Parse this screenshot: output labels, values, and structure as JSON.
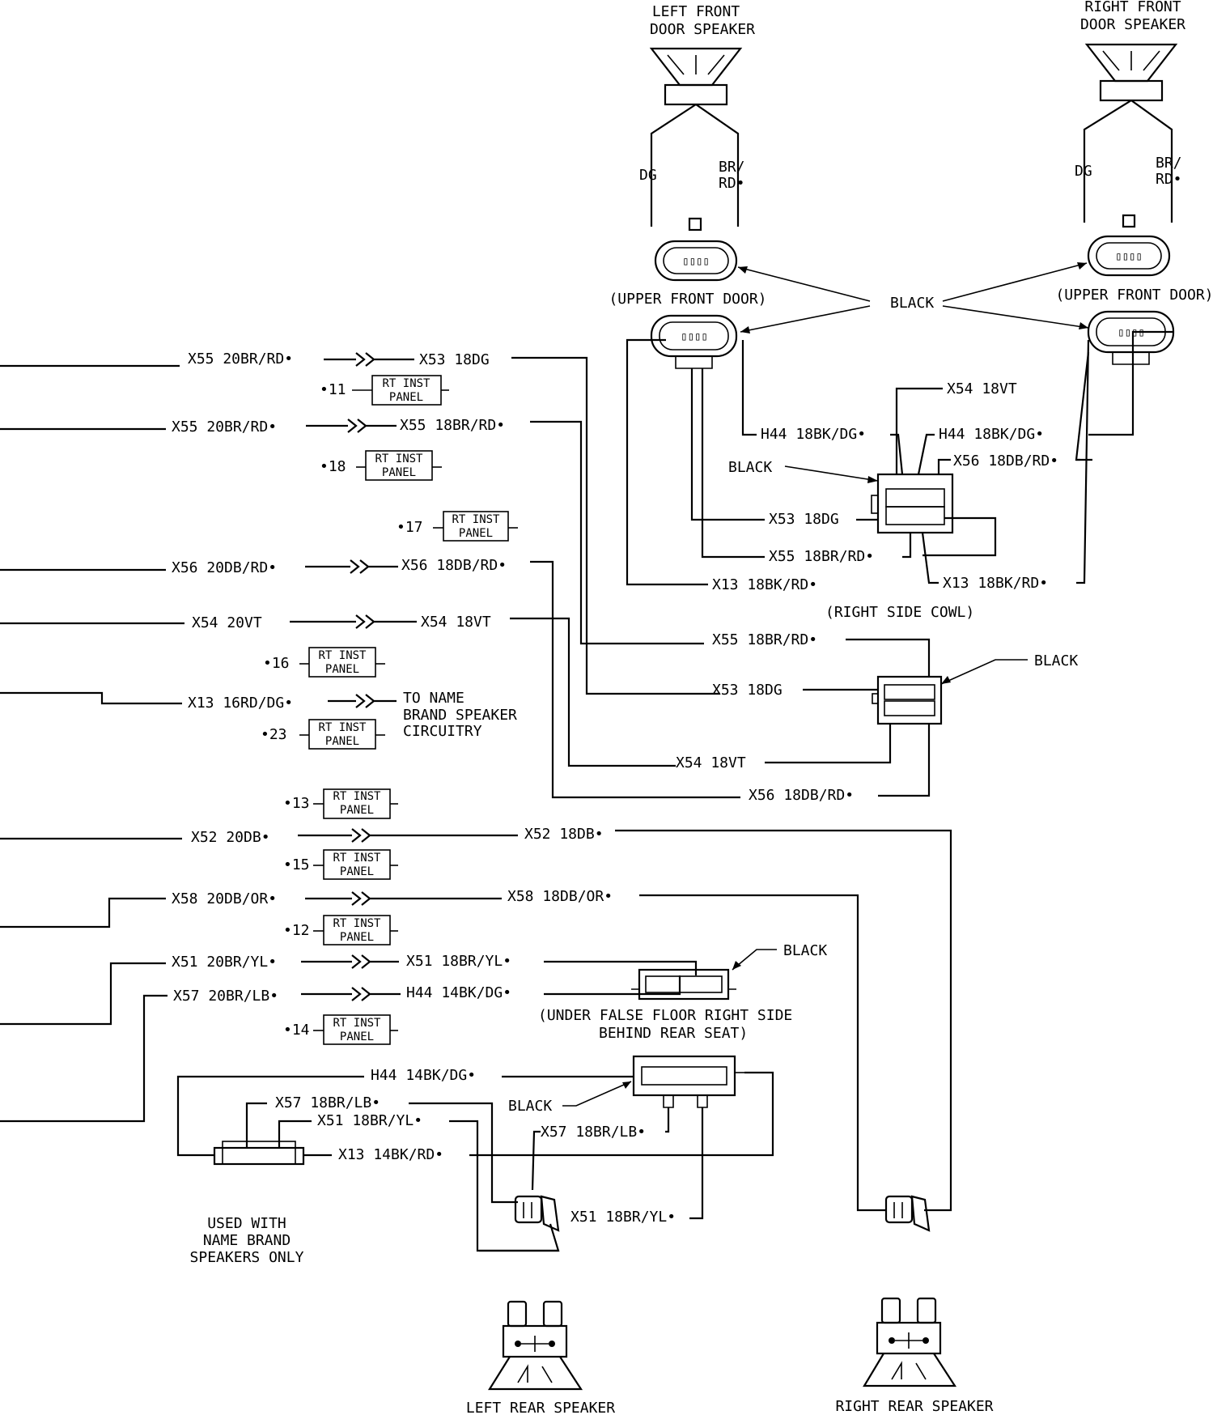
{
  "front_speakers": {
    "left": {
      "title_line1": "LEFT FRONT",
      "title_line2": "DOOR SPEAKER",
      "wire_a": "DG",
      "wire_b_line1": "BR/",
      "wire_b_line2": "RD•",
      "location": "(UPPER FRONT DOOR)"
    },
    "right": {
      "title_line1": "RIGHT FRONT",
      "title_line2": "DOOR SPEAKER",
      "wire_a": "DG",
      "wire_b_line1": "BR/",
      "wire_b_line2": "RD•",
      "location": "(UPPER FRONT DOOR)"
    },
    "connector_color": "BLACK"
  },
  "cowl": {
    "connector_color": "BLACK",
    "location": "(RIGHT SIDE COWL)",
    "wires": {
      "h44_left": "H44 18BK/DG•",
      "h44_right": "H44 18BK/DG•",
      "x54": "X54 18VT",
      "x56": "X56 18DB/RD•",
      "x53": "X53 18DG",
      "x55": "X55 18BR/RD•",
      "x13_left": "X13 18BK/RD•",
      "x13_right": "X13 18BK/RD•"
    }
  },
  "harness_lines": [
    {
      "left": "X55 20BR/RD•",
      "right": "X53 18DG"
    },
    {
      "left": "X55 20BR/RD•",
      "right": "X55 18BR/RD•"
    },
    {
      "left": "X56 20DB/RD•",
      "right": "X56 18DB/RD•"
    },
    {
      "left": "X54 20VT",
      "right": "X54 18VT"
    },
    {
      "left": "X13 16RD/DG•",
      "right_line1": "TO NAME",
      "right_line2": "BRAND SPEAKER",
      "right_line3": "CIRCUITRY"
    },
    {
      "left": "X52 20DB•",
      "right": "X52 18DB•"
    },
    {
      "left": "X58 20DB/OR•",
      "right": "X58 18DB/OR•"
    },
    {
      "left": "X51 20BR/YL•",
      "right": "X51 18BR/YL•"
    },
    {
      "left": "X57 20BR/LB•",
      "right": "H44 14BK/DG•"
    }
  ],
  "panel_refs": [
    {
      "num": "•11",
      "line1": "RT INST",
      "line2": "PANEL"
    },
    {
      "num": "•18",
      "line1": "RT INST",
      "line2": "PANEL"
    },
    {
      "num": "•17",
      "line1": "RT INST",
      "line2": "PANEL"
    },
    {
      "num": "•16",
      "line1": "RT INST",
      "line2": "PANEL"
    },
    {
      "num": "•23",
      "line1": "RT INST",
      "line2": "PANEL"
    },
    {
      "num": "•13",
      "line1": "RT INST",
      "line2": "PANEL"
    },
    {
      "num": "•15",
      "line1": "RT INST",
      "line2": "PANEL"
    },
    {
      "num": "•12",
      "line1": "RT INST",
      "line2": "PANEL"
    },
    {
      "num": "•14",
      "line1": "RT INST",
      "line2": "PANEL"
    }
  ],
  "mid_connector": {
    "color": "BLACK",
    "wires": {
      "x55": "X55 18BR/RD•",
      "x53": "X53 18DG",
      "x54": "X54 18VT",
      "x56": "X56 18DB/RD•"
    }
  },
  "rear": {
    "floor_connector_color": "BLACK",
    "floor_location_line1": "(UNDER FALSE FLOOR RIGHT SIDE",
    "floor_location_line2": "BEHIND REAR SEAT)",
    "lower_connector_color": "BLACK",
    "wires": {
      "h44": "H44 14BK/DG•",
      "x57": "X57 18BR/LB•",
      "x51": "X51 18BR/YL•",
      "x13": "X13 14BK/RD•",
      "x57_right": "X57 18BR/LB•",
      "x51_bottom": "X51 18BR/YL•"
    },
    "note_line1": "USED WITH",
    "note_line2": "NAME BRAND",
    "note_line3": "SPEAKERS ONLY",
    "left_speaker": "LEFT REAR SPEAKER",
    "right_speaker": "RIGHT REAR SPEAKER"
  }
}
